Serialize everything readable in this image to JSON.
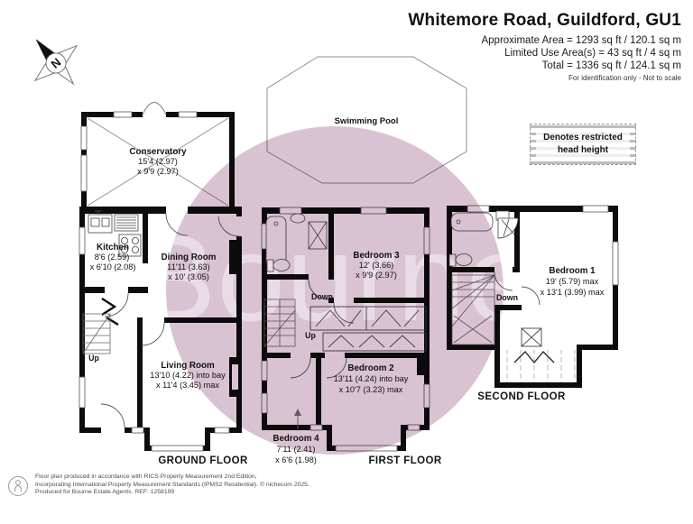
{
  "header": {
    "title": "Whitemore Road, Guildford, GU1",
    "area_line1": "Approximate Area = 1293 sq ft / 120.1 sq m",
    "area_line2": "Limited Use Area(s) = 43 sq ft / 4 sq m",
    "area_line3": "Total = 1336 sq ft / 124.1 sq m",
    "disclaimer": "For identification only - Not to scale"
  },
  "compass": {
    "north_label": "N"
  },
  "legend": {
    "line1": "Denotes restricted",
    "line2": "head height"
  },
  "watermark": {
    "text": "Bourne",
    "color": "#d9c3d3"
  },
  "pool": {
    "label": "Swimming Pool"
  },
  "floors": {
    "ground": {
      "title": "GROUND FLOOR",
      "stairs_label": "Up",
      "rooms": {
        "conservatory": {
          "name": "Conservatory",
          "dim1": "15'4 (2.97)",
          "dim2": "x 9'9 (2.97)"
        },
        "kitchen": {
          "name": "Kitchen",
          "dim1": "8'6 (2.59)",
          "dim2": "x 6'10 (2.08)"
        },
        "dining": {
          "name": "Dining Room",
          "dim1": "11'11 (3.63)",
          "dim2": "x 10' (3.05)"
        },
        "living": {
          "name": "Living Room",
          "dim1": "13'10 (4.22) into bay",
          "dim2": "x 11'4 (3.45) max"
        }
      }
    },
    "first": {
      "title": "FIRST FLOOR",
      "down_label": "Down",
      "up_label": "Up",
      "rooms": {
        "bedroom3": {
          "name": "Bedroom 3",
          "dim1": "12' (3.66)",
          "dim2": "x 9'9 (2.97)"
        },
        "bedroom2": {
          "name": "Bedroom 2",
          "dim1": "13'11 (4.24) into bay",
          "dim2": "x 10'7 (3.23) max"
        },
        "bedroom4": {
          "name": "Bedroom 4",
          "dim1": "7'11 (2.41)",
          "dim2": "x 6'6 (1.98)"
        }
      }
    },
    "second": {
      "title": "SECOND FLOOR",
      "down_label": "Down",
      "rooms": {
        "bedroom1": {
          "name": "Bedroom 1",
          "dim1": "19' (5.79) max",
          "dim2": "x 13'1 (3.99) max"
        }
      }
    }
  },
  "footer": {
    "line1": "Floor plan produced in accordance with RICS Property Measurement 2nd Edition,",
    "line2": "Incorporating International Property Measurement Standards (IPMS2 Residential).   © nichecom 2025.",
    "line3": "Produced for Bourne Estate Agents.   REF:  1258199"
  }
}
